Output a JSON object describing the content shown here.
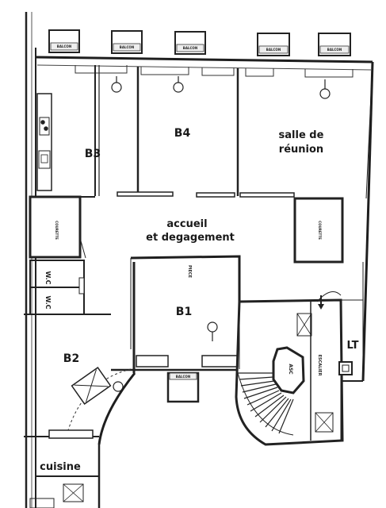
{
  "rooms": {
    "b3": "B3",
    "b4": "B4",
    "salle": [
      "salle de",
      "réunion"
    ],
    "accueil": [
      "accueil",
      "et degagement"
    ],
    "b1": "B1",
    "b2": "B2",
    "cuisine": "cuisine",
    "lt": "LT"
  },
  "fixtures": {
    "balcon": "BALCON",
    "courette": "COURETTE",
    "wc": "W.C",
    "piece": "PIECE",
    "escalier": "ESCALIER",
    "asc": "ASC"
  }
}
